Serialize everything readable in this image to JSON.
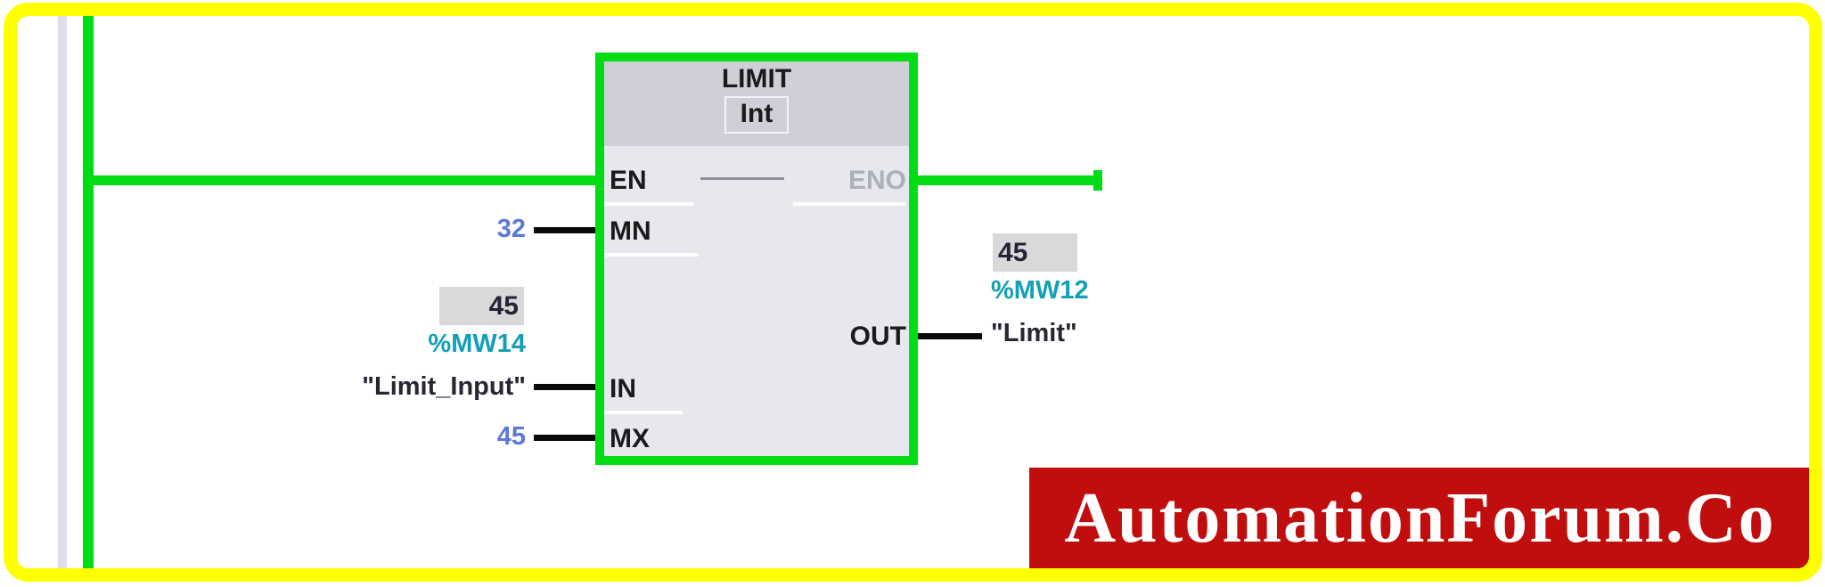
{
  "editor": {
    "block": {
      "title": "LIMIT",
      "type": "Int",
      "pins": {
        "en": "EN",
        "eno": "ENO",
        "mn": "MN",
        "in": "IN",
        "mx": "MX",
        "out": "OUT"
      }
    },
    "operands": {
      "mn_value": "32",
      "mx_value": "45",
      "in_monitor": "45",
      "in_address": "%MW14",
      "in_tag": "\"Limit_Input\"",
      "out_monitor": "45",
      "out_address": "%MW12",
      "out_tag": "\"Limit\""
    }
  },
  "watermark": {
    "text": "AutomationForum.Co"
  },
  "colors": {
    "highlight_frame_yellow": "#FFFF00",
    "power_flow_green": "#00DD15",
    "wire_black": "#0A0A0A",
    "block_header_gray": "#CFCFD8",
    "block_body_gray": "#E7E7ED",
    "eno_inactive_gray": "#ABB1BB",
    "constant_blue": "#5D78D6",
    "address_teal": "#12A0B6",
    "monitor_box_gray": "#D9D9D9",
    "watermark_red": "#C00D0D"
  }
}
